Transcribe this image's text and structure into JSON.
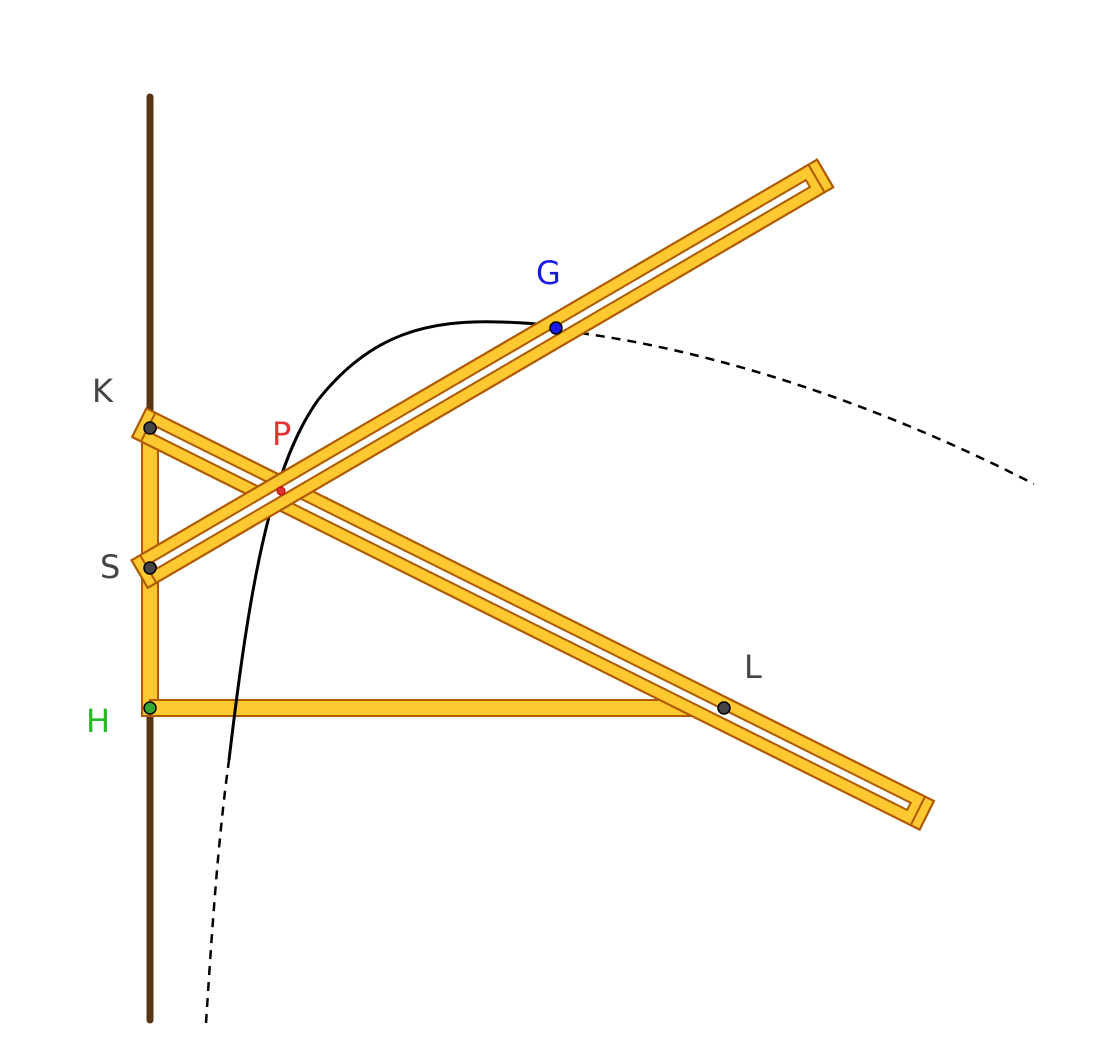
{
  "points": {
    "K": {
      "label": "K",
      "color": "#444444",
      "fill": "#444444"
    },
    "S": {
      "label": "S",
      "color": "#444444",
      "fill": "#444444"
    },
    "H": {
      "label": "H",
      "color": "#22bb22",
      "fill": "#33aa33"
    },
    "L": {
      "label": "L",
      "color": "#444444",
      "fill": "#444444"
    },
    "G": {
      "label": "G",
      "color": "#1a1ae6",
      "fill": "#1a1ae6"
    },
    "P": {
      "label": "P",
      "color": "#e53333",
      "fill": "#e53333"
    }
  },
  "colors": {
    "wall": "#5a3410",
    "bar_fill": "#fdc830",
    "bar_stroke": "#b05a00",
    "curve": "#000000"
  }
}
